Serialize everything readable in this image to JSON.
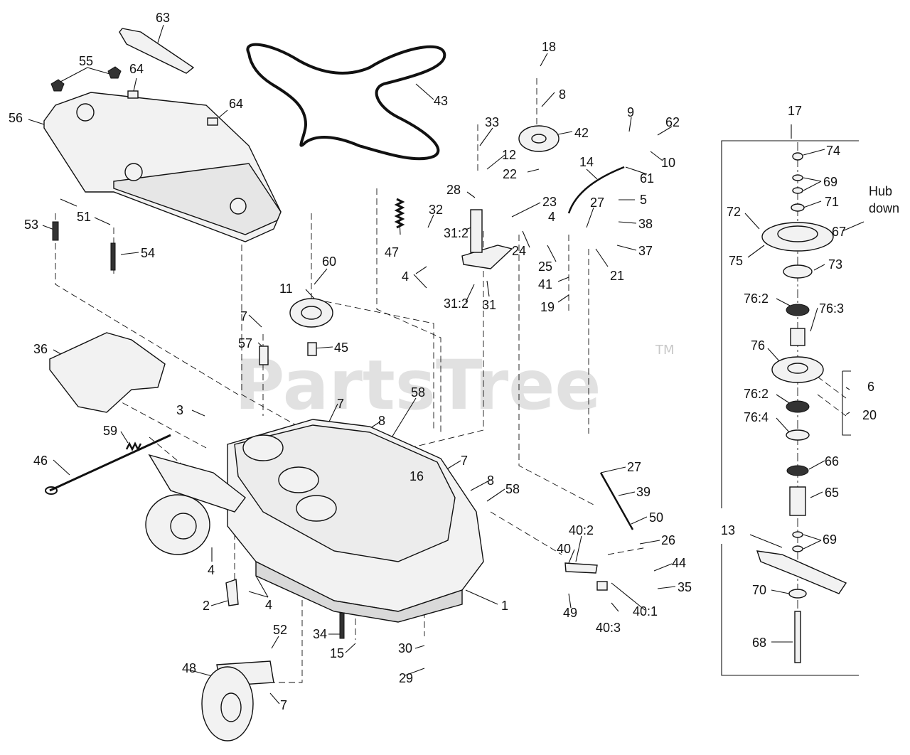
{
  "watermark": {
    "text": "PartsTree",
    "trademark": "TM"
  },
  "note": {
    "line1": "Hub",
    "line2": "down"
  },
  "labels": {
    "l63": "63",
    "l55": "55",
    "l64a": "64",
    "l64b": "64",
    "l56": "56",
    "l51": "51",
    "l53": "53",
    "l54": "54",
    "l43": "43",
    "l18": "18",
    "l8a": "8",
    "l33": "33",
    "l42": "42",
    "l9": "9",
    "l62": "62",
    "l10": "10",
    "l12": "12",
    "l22": "22",
    "l14": "14",
    "l61": "61",
    "l28": "28",
    "l23": "23",
    "l27a": "27",
    "l5": "5",
    "l32": "32",
    "l4a": "4",
    "l38": "38",
    "l47": "47",
    "l31_2a": "31:2",
    "l24": "24",
    "l37": "37",
    "l4b": "4",
    "l25": "25",
    "l21": "21",
    "l41": "41",
    "l31_2b": "31:2",
    "l31": "31",
    "l19": "19",
    "l60": "60",
    "l11": "11",
    "l7a": "7",
    "l57": "57",
    "l45": "45",
    "l36": "36",
    "l3": "3",
    "l7b": "7",
    "l58a": "58",
    "l8b": "8",
    "l59": "59",
    "l46": "46",
    "l7c": "7",
    "l27b": "27",
    "l16": "16",
    "l8c": "8",
    "l58b": "58",
    "l39": "39",
    "l50": "50",
    "l40_2": "40:2",
    "l40": "40",
    "l26": "26",
    "l4c": "4",
    "l44": "44",
    "l35": "35",
    "l2": "2",
    "l4d": "4",
    "l1": "1",
    "l49": "49",
    "l40_3": "40:3",
    "l40_1": "40:1",
    "l52": "52",
    "l34": "34",
    "l15": "15",
    "l30": "30",
    "l48": "48",
    "l29": "29",
    "l7d": "7",
    "l17": "17",
    "l74": "74",
    "l69a": "69",
    "l71": "71",
    "l72": "72",
    "l67": "67",
    "l75": "75",
    "l73": "73",
    "l76_2a": "76:2",
    "l76_3": "76:3",
    "l76": "76",
    "l6": "6",
    "l76_2b": "76:2",
    "l20": "20",
    "l76_4": "76:4",
    "l66": "66",
    "l65": "65",
    "l13": "13",
    "l69b": "69",
    "l70": "70",
    "l68": "68"
  }
}
